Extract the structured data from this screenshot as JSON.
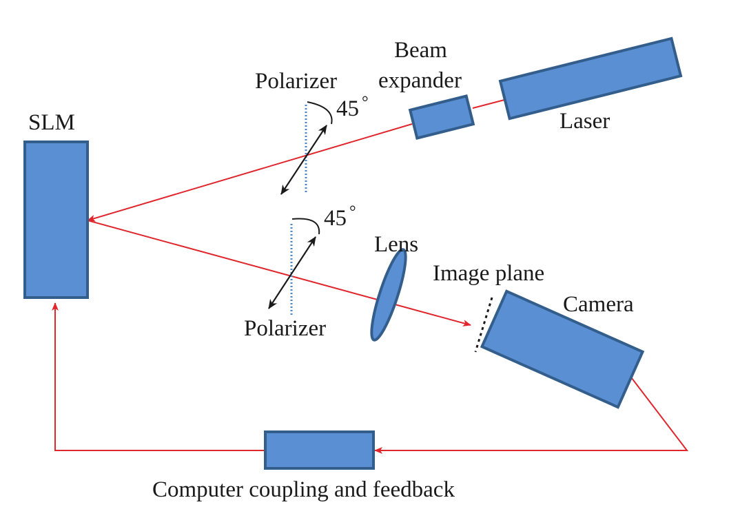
{
  "labels": {
    "slm": "SLM",
    "polarizer_top": "Polarizer",
    "angle_top": "45",
    "beam_expander_line1": "Beam",
    "beam_expander_line2": "expander",
    "laser": "Laser",
    "angle_bottom": "45",
    "lens": "Lens",
    "image_plane": "Image plane",
    "camera": "Camera",
    "polarizer_bottom": "Polarizer",
    "computer": "Computer coupling and feedback",
    "degree_symbol": "°"
  },
  "colors": {
    "component_fill": "#5b8fd4",
    "component_stroke": "#335e8c",
    "beam": "#e0262c",
    "polarizer_line": "#4a86c8",
    "arrow": "#1a1a1a"
  }
}
